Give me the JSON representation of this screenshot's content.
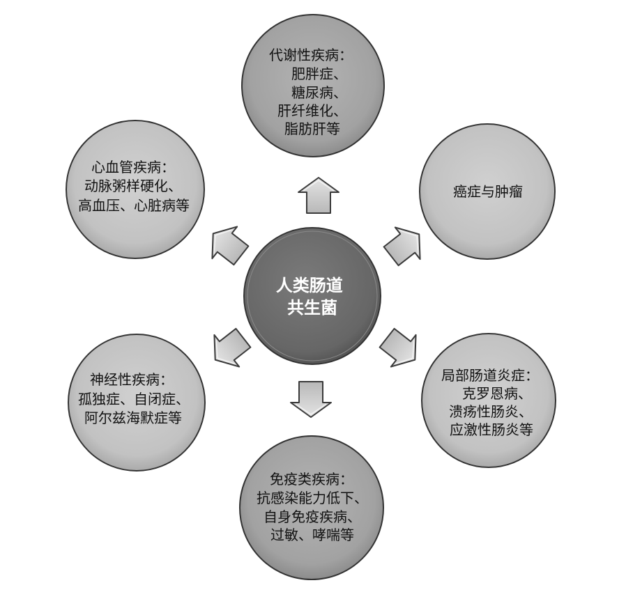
{
  "diagram": {
    "center": {
      "lines": [
        "人类肠道",
        "共生菌"
      ]
    },
    "nodes": [
      {
        "id": "metabolic",
        "lines": [
          "代谢性疾病：",
          "肥胖症、",
          "糖尿病、",
          "肝纤维化、",
          "脂肪肝等"
        ]
      },
      {
        "id": "cancer",
        "lines": [
          "癌症与肿瘤"
        ]
      },
      {
        "id": "local-intestinal",
        "lines": [
          "局部肠道炎症：",
          "克罗恩病、",
          "溃疡性肠炎、",
          "应激性肠炎等"
        ]
      },
      {
        "id": "immune",
        "lines": [
          "免疫类疾病：",
          "抗感染能力低下、",
          "自身免疫疾病、",
          "过敏、哮喘等"
        ]
      },
      {
        "id": "neurological",
        "lines": [
          "神经性疾病：",
          "孤独症、自闭症、",
          "阿尔兹海默症等"
        ]
      },
      {
        "id": "cardiovascular",
        "lines": [
          "心血管疾病：",
          "动脉粥样硬化、",
          "高血压、心脏病等"
        ]
      }
    ]
  },
  "colors": {
    "center_fill": "#6a6a6a",
    "dark_node_fill": "#a3a3a3",
    "light_node_fill": "#c4c4c4",
    "arrow_fill": "#c8c8c8",
    "arrow_stroke": "#3a3a3a",
    "outline": "#333333"
  }
}
